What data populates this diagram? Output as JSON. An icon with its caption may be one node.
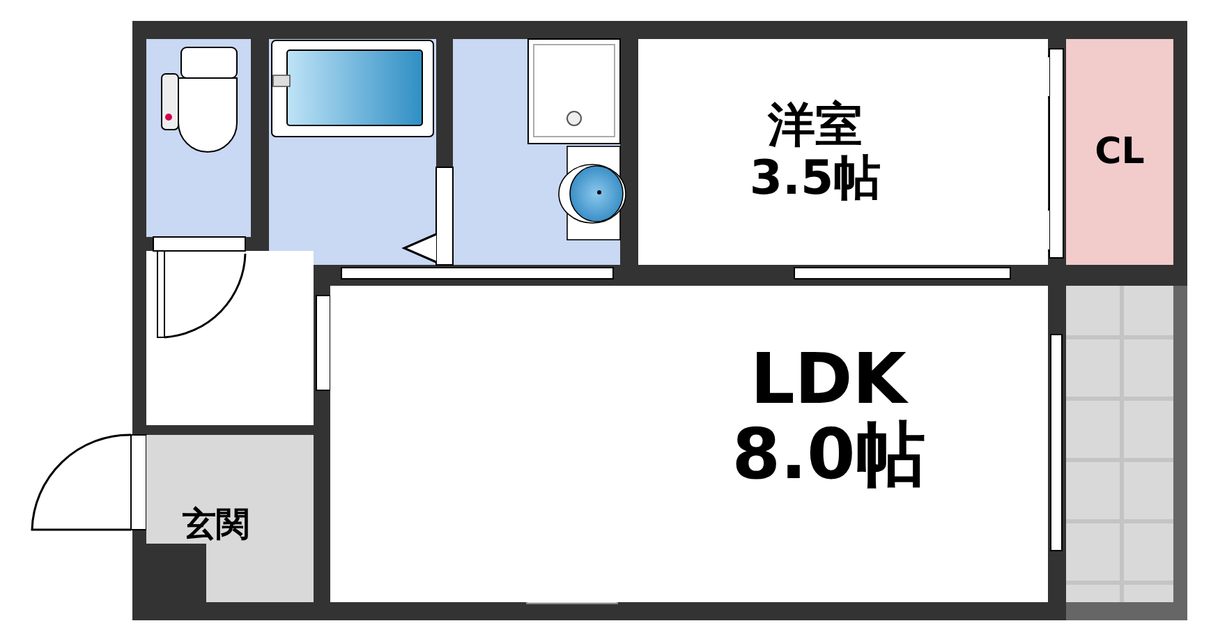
{
  "diagram": {
    "nodes": [
      {
        "text": [
          "洋室",
          "3.5帖"
        ]
      },
      {
        "text": [
          "CL"
        ]
      },
      {
        "text": [
          "LDK",
          "8.0帖"
        ]
      },
      {
        "text": [
          "玄関"
        ]
      }
    ]
  }
}
